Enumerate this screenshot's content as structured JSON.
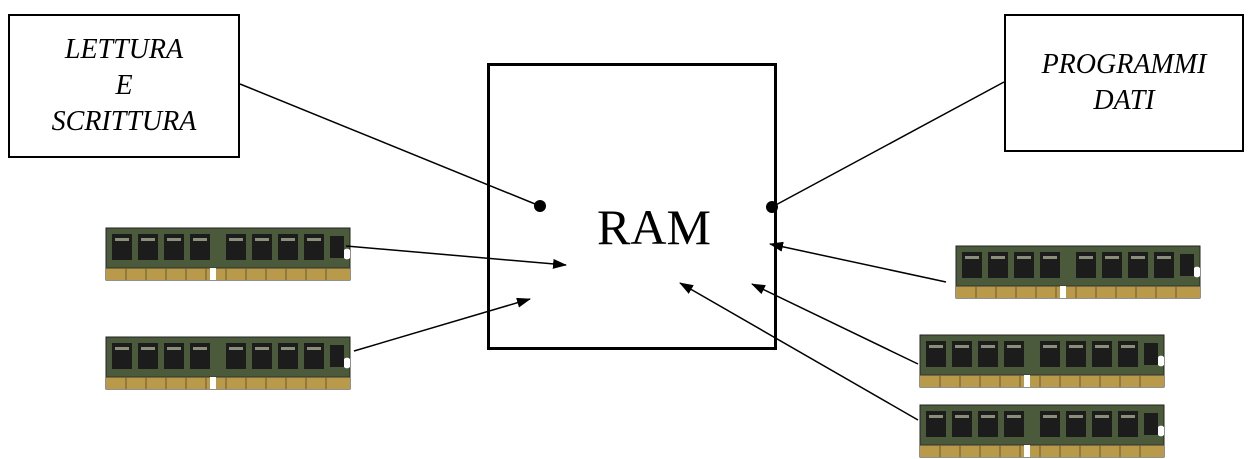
{
  "labels": {
    "read_write": [
      "LETTURA",
      "E",
      "SCRITTURA"
    ],
    "programs_data": [
      "PROGRAMMI",
      "DATI"
    ],
    "ram": "RAM"
  },
  "colors": {
    "line": "#000000",
    "module_pcb": "#3a4a2e",
    "module_chip": "#202020",
    "module_contact": "#b89a4a"
  },
  "memory_module_icon": "ram-dimm-module"
}
